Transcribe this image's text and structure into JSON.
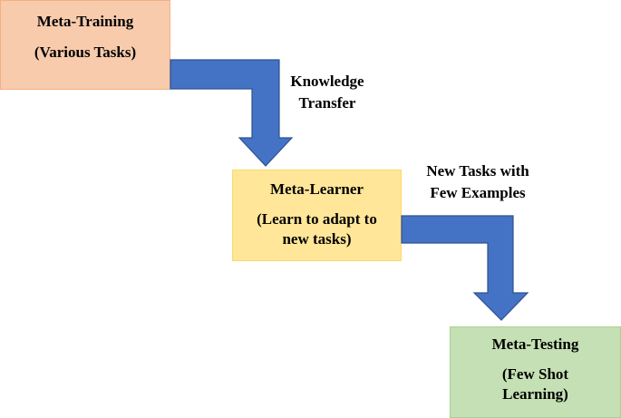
{
  "boxes": {
    "training": {
      "title": "Meta-Training",
      "subtitle": "(Various Tasks)"
    },
    "learner": {
      "title": "Meta-Learner",
      "subtitle_line1": "(Learn to adapt to",
      "subtitle_line2": "new tasks)"
    },
    "testing": {
      "title": "Meta-Testing",
      "subtitle_line1": "(Few Shot",
      "subtitle_line2": "Learning)"
    }
  },
  "arrows": {
    "transfer": {
      "line1": "Knowledge",
      "line2": "Transfer"
    },
    "new_tasks": {
      "line1": "New Tasks with",
      "line2": "Few Examples"
    }
  },
  "colors": {
    "training_fill": "#f8cbad",
    "learner_fill": "#ffe699",
    "testing_fill": "#c5e0b4",
    "arrow_fill": "#4472c4",
    "arrow_stroke": "#2f528f"
  }
}
